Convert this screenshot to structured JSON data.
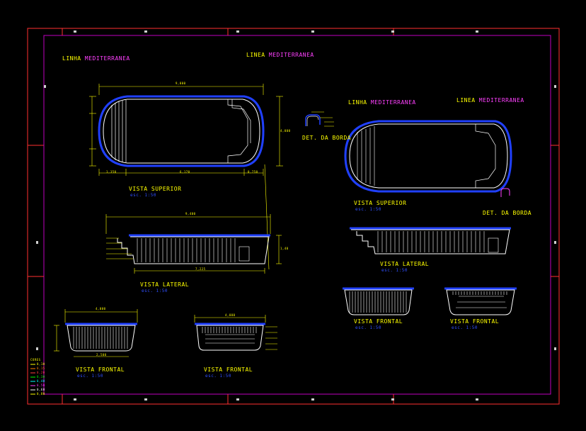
{
  "colors": {
    "frame": "#ff3030",
    "border_inner": "#c000c0",
    "pool_outline": "#ffffff",
    "pool_edge": "#2040ff",
    "dimension": "#ffff00",
    "text_primary": "#ffff00",
    "text_accent": "#ff40ff",
    "text_scale": "#3050ff"
  },
  "titles": {
    "left_title_a": "LINHA",
    "left_title_b": "MEDITERRANEA",
    "center_title_a": "LINEA",
    "center_title_b": "MEDITERRANEA",
    "right_title1_a": "LINHA",
    "right_title1_b": "MEDITERRANEA",
    "right_title2_a": "LINEA",
    "right_title2_b": "MEDITERRANEA"
  },
  "views": {
    "left_top": {
      "title": "VISTA SUPERIOR",
      "scale": "esc. 1:50"
    },
    "left_side": {
      "title": "VISTA LATERAL",
      "scale": "esc. 1:50"
    },
    "left_front1": {
      "title": "VISTA FRONTAL",
      "scale": "esc. 1:50"
    },
    "left_front2": {
      "title": "VISTA FRONTAL",
      "scale": "esc. 1:50"
    },
    "right_top": {
      "title": "VISTA SUPERIOR",
      "scale": "esc. 1:50"
    },
    "right_side": {
      "title": "VISTA LATERAL",
      "scale": "esc. 1:50"
    },
    "right_front1": {
      "title": "VISTA FRONTAL",
      "scale": "esc. 1:50"
    },
    "right_front2": {
      "title": "VISTA FRONTAL",
      "scale": "esc. 1:50"
    }
  },
  "details": {
    "edge_detail_1": "DET. DA BORDA",
    "edge_detail_2": "DET. DA BORDA"
  },
  "legend": {
    "title": "CORES",
    "items": [
      {
        "label": "0,10",
        "color": "#ffff00"
      },
      {
        "label": "0,15",
        "color": "#ff8000"
      },
      {
        "label": "0,20",
        "color": "#ff4040"
      },
      {
        "label": "0,30",
        "color": "#00ff00"
      },
      {
        "label": "0,40",
        "color": "#00ffff"
      },
      {
        "label": "0,50",
        "color": "#ff40ff"
      },
      {
        "label": "0,60",
        "color": "#ffffff"
      },
      {
        "label": "0,80",
        "color": "#ffff00"
      }
    ]
  },
  "dimensions": {
    "top_length": "9,000",
    "top_width": "4,000",
    "left_seg1": "1,350",
    "left_seg2": "6,170",
    "left_seg3": "0,750",
    "side_length": "9,400",
    "side_bottom": "7,225",
    "side_depth": "1,40",
    "front1_width": "4,000",
    "front1_bottom": "2,500",
    "front2_width": "4,000"
  }
}
